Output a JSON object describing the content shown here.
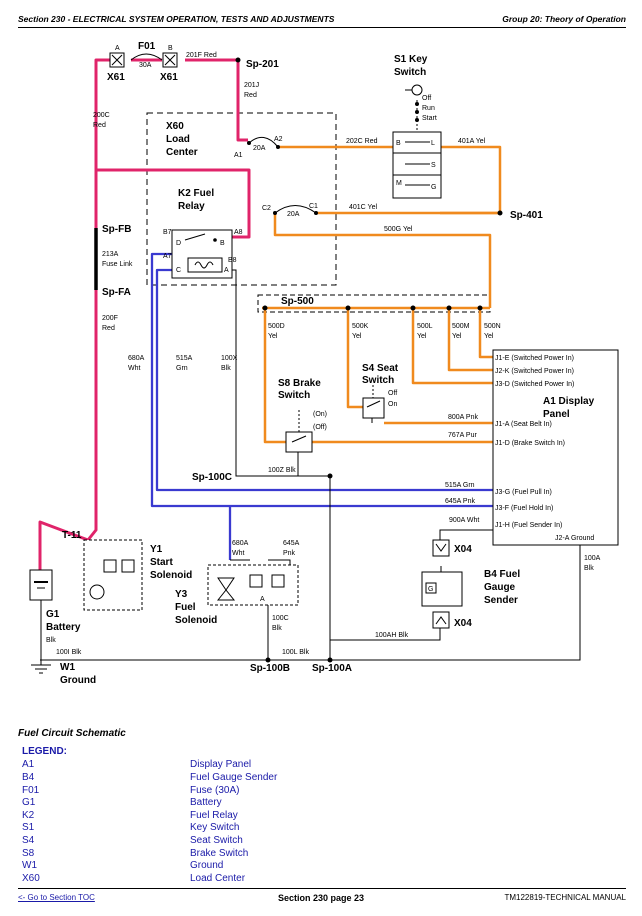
{
  "header": {
    "left": "Section 230 - ELECTRICAL SYSTEM OPERATION, TESTS AND ADJUSTMENTS",
    "right": "Group 20: Theory of Operation"
  },
  "colors": {
    "red": "#e0246a",
    "orange": "#f08a1e",
    "blue": "#3a3ad0",
    "black": "#000000",
    "legend_text": "#1a1aa8"
  },
  "components": {
    "fuse_connector": "X61",
    "fuse_connector_2": "X61",
    "fuse": "F01",
    "fuse_rating": "30A",
    "pin_a": "A",
    "pin_b": "B",
    "key_switch": [
      "S1 Key",
      "Switch"
    ],
    "key_off": "Off",
    "key_run": "Run",
    "key_start": "Start",
    "load_center": [
      "X60",
      "Load",
      "Center"
    ],
    "fuel_relay": [
      "K2 Fuel",
      "Relay"
    ],
    "sp201": "Sp-201",
    "sp401": "Sp-401",
    "sp500": "Sp-500",
    "spfb": "Sp-FB",
    "spfa": "Sp-FA",
    "sp100c": "Sp-100C",
    "sp100b": "Sp-100B",
    "sp100a": "Sp-100A",
    "brake_switch": [
      "S8 Brake",
      "Switch"
    ],
    "brake_on": "(On)",
    "brake_off": "(Off)",
    "seat_switch": [
      "S4 Seat",
      "Switch"
    ],
    "seat_off": "Off",
    "seat_on": "On",
    "display": [
      "A1 Display",
      "Panel"
    ],
    "t11": "T-11",
    "start_solenoid": [
      "Y1",
      "Start",
      "Solenoid"
    ],
    "fuel_solenoid": [
      "Y3",
      "Fuel",
      "Solenoid"
    ],
    "battery": [
      "G1",
      "Battery"
    ],
    "ground": [
      "W1",
      "Ground"
    ],
    "x04_top": "X04",
    "x04_bottom": "X04",
    "gauge": [
      "B4 Fuel",
      "Gauge",
      "Sender"
    ],
    "fuse_a2": "A2",
    "fuse_a1": "A1",
    "fuse_a_rating": "20A",
    "fuse_c2": "C2",
    "fuse_c1": "C1",
    "fuse_c_rating": "20A",
    "relay_b7": "B7",
    "relay_a8": "A8",
    "relay_a7": "A7",
    "relay_b8": "B8",
    "relay_d": "D",
    "relay_b": "B",
    "relay_c": "C",
    "relay_a": "A",
    "sol_a": "A",
    "key_b": "B",
    "key_l": "L",
    "key_s": "S",
    "key_m": "M",
    "key_g": "G",
    "gauge_g": "G"
  },
  "wires": {
    "w201f": "201F Red",
    "w201j": [
      "201J",
      "Red"
    ],
    "w200c": [
      "200C",
      "Red"
    ],
    "w202c": "202C Red",
    "w401a": "401A Yel",
    "w401c": "401C Yel",
    "w500g": "500G Yel",
    "w213a": [
      "213A",
      "Fuse Link"
    ],
    "w200f": [
      "200F",
      "Red"
    ],
    "w680a": [
      "680A",
      "Wht"
    ],
    "w515a": [
      "515A",
      "Grn"
    ],
    "w100x": [
      "100X",
      "Blk"
    ],
    "w500d": [
      "500D",
      "Yel"
    ],
    "w500k": [
      "500K",
      "Yel"
    ],
    "w500l": [
      "500L",
      "Yel"
    ],
    "w500m": [
      "500M",
      "Yel"
    ],
    "w500n": [
      "500N",
      "Yel"
    ],
    "w800a": "800A Pnk",
    "w767a": "767A Pur",
    "w100z": "100Z Blk",
    "w515a_r": "515A Grn",
    "w645a_r": "645A Pnk",
    "w900a": "900A Wht",
    "w680a_b": [
      "680A",
      "Wht"
    ],
    "w645a_b": [
      "645A",
      "Pnk"
    ],
    "w100c": [
      "100C",
      "Blk"
    ],
    "w100i": "100I Blk",
    "w100l": "100L Blk",
    "w100ah": "100AH Blk",
    "w100a": [
      "100A",
      "Blk"
    ],
    "g1_blk": "Blk"
  },
  "display_pins": [
    "J1-E (Switched Power In)",
    "J2-K (Switched Power In)",
    "J3-D (Switched Power In)",
    "J1-A (Seat Belt In)",
    "J1-D (Brake Switch In)",
    "J3-G (Fuel Pull In)",
    "J3-F (Fuel Hold In)",
    "J1-H (Fuel Sender In)",
    "J2-A Ground"
  ],
  "caption": "Fuel Circuit Schematic",
  "legend_title": "LEGEND:",
  "legend": [
    {
      "code": "A1",
      "desc": "Display Panel"
    },
    {
      "code": "B4",
      "desc": "Fuel Gauge Sender"
    },
    {
      "code": "F01",
      "desc": "Fuse (30A)"
    },
    {
      "code": "G1",
      "desc": "Battery"
    },
    {
      "code": "K2",
      "desc": "Fuel Relay"
    },
    {
      "code": "S1",
      "desc": "Key Switch"
    },
    {
      "code": "S4",
      "desc": "Seat Switch"
    },
    {
      "code": "S8",
      "desc": "Brake Switch"
    },
    {
      "code": "W1",
      "desc": "Ground"
    },
    {
      "code": "X60",
      "desc": "Load Center"
    }
  ],
  "footer": {
    "link": "<- Go to Section TOC",
    "center": "Section 230 page 23",
    "right": "TM122819-TECHNICAL MANUAL"
  }
}
